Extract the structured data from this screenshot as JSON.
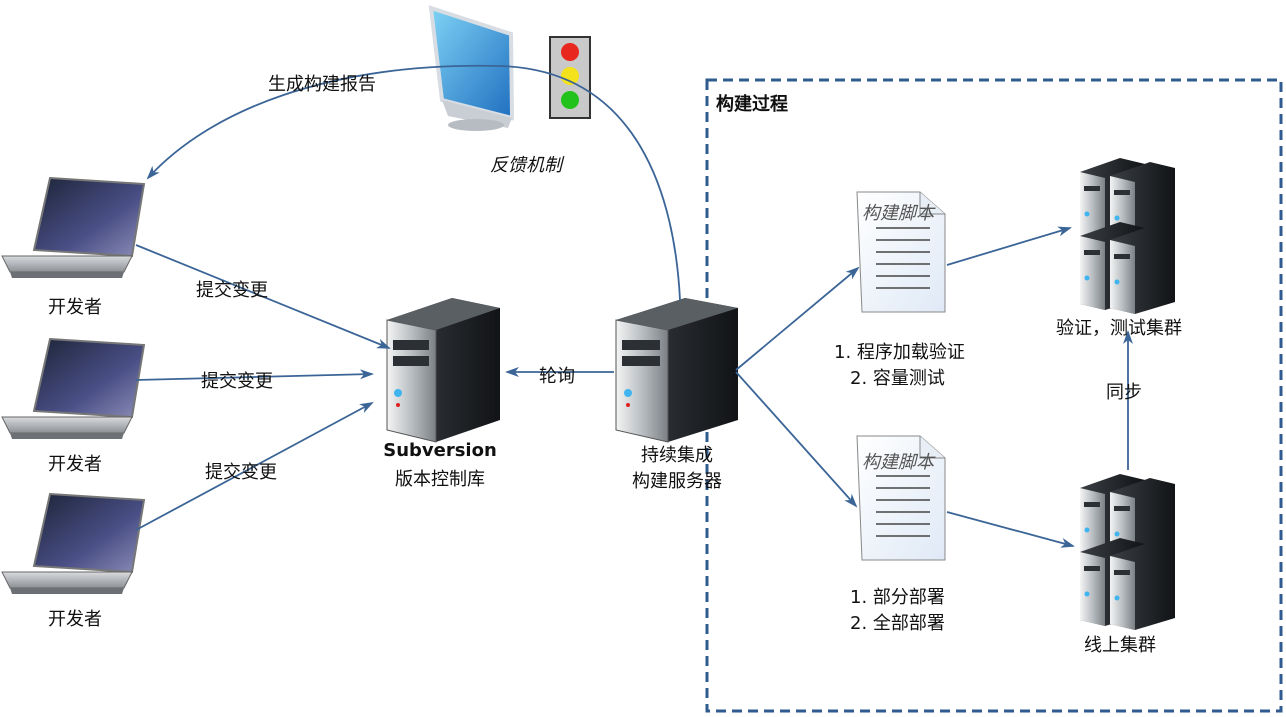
{
  "feedback": {
    "report_label": "生成构建报告",
    "mechanism_label": "反馈机制",
    "light_colors": [
      "#e8281e",
      "#f4e21c",
      "#22c21c"
    ]
  },
  "developers": [
    {
      "label": "开发者",
      "commit_label": "提交变更"
    },
    {
      "label": "开发者",
      "commit_label": "提交变更"
    },
    {
      "label": "开发者",
      "commit_label": "提交变更"
    }
  ],
  "svn": {
    "line1": "Subversion",
    "line2": "版本控制库"
  },
  "poll_label": "轮询",
  "ci": {
    "line1": "持续集成",
    "line2": "构建服务器"
  },
  "build_process": {
    "title": "构建过程",
    "script_top": {
      "label": "构建脚本",
      "step1": "1. 程序加载验证",
      "step2": "2. 容量测试"
    },
    "script_bottom": {
      "label": "构建脚本",
      "step1": "1. 部分部署",
      "step2": "2. 全部部署"
    },
    "test_cluster": "验证，测试集群",
    "sync_label": "同步",
    "prod_cluster": "线上集群"
  },
  "colors": {
    "arrow": "#3b6597",
    "dash_box": "#2f5b8f"
  }
}
